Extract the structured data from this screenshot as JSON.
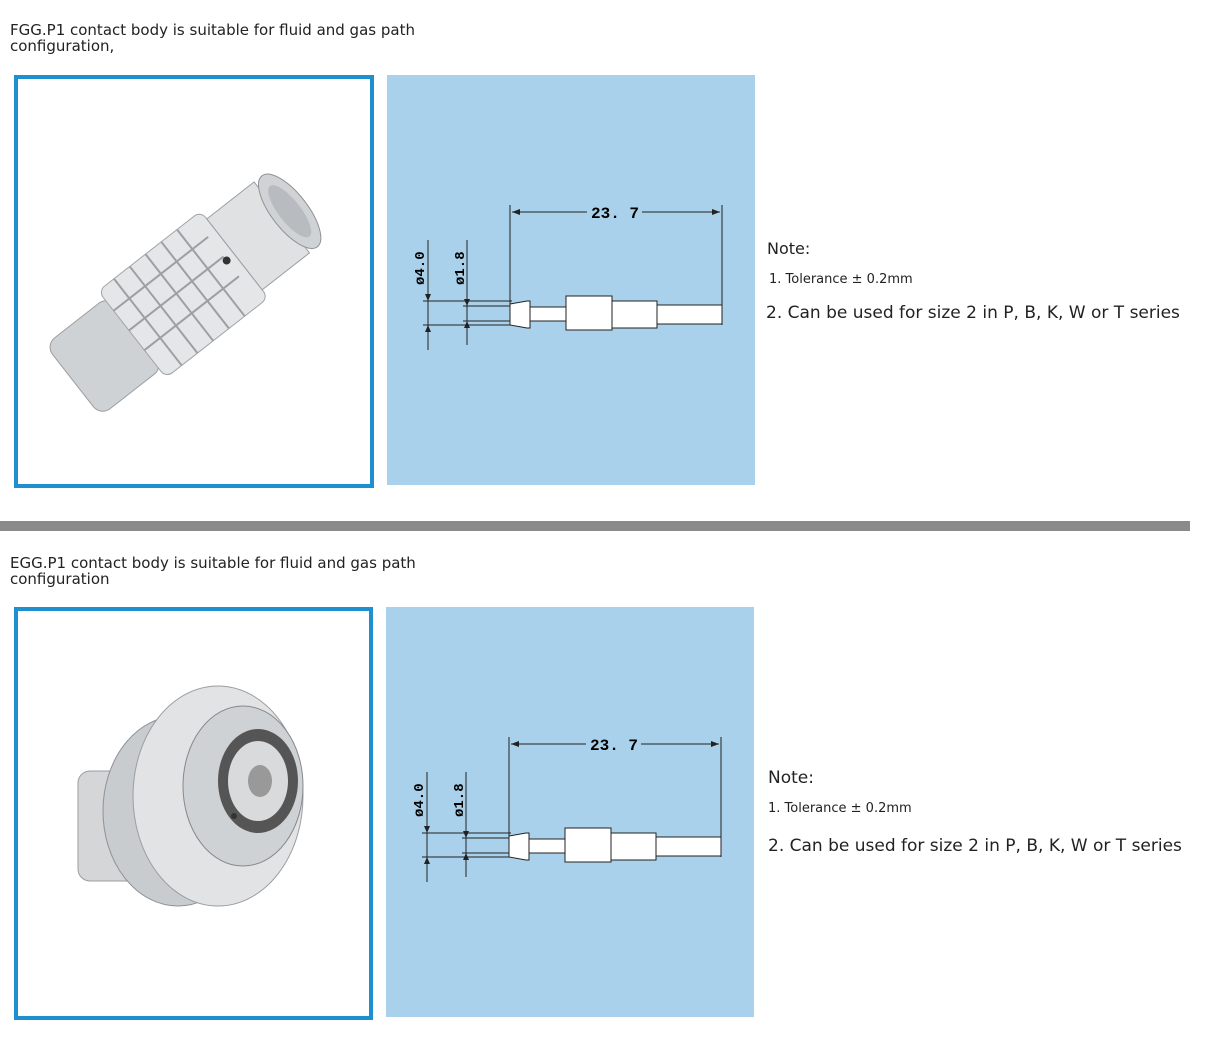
{
  "sections": [
    {
      "title": "FGG.P1 contact body is suitable for fluid and gas path configuration,",
      "diagram": {
        "length": "23. 7",
        "outer_diameter": "ø4.0",
        "inner_diameter": "ø1.8"
      },
      "note": {
        "heading": "Note:",
        "items": [
          "1. Tolerance ± 0.2mm",
          "2. Can be used for size 2 in P, B, K, W or T series"
        ]
      }
    },
    {
      "title": "EGG.P1 contact body is suitable for fluid and gas path configuration",
      "diagram": {
        "length": "23. 7",
        "outer_diameter": "ø4.0",
        "inner_diameter": "ø1.8"
      },
      "note": {
        "heading": "Note:",
        "items": [
          "1. Tolerance ± 0.2mm",
          "2. Can be used for size 2 in P, B, K, W or T series"
        ]
      }
    }
  ],
  "colors": {
    "frame": "#1e90d0",
    "panel": "#a9d1eb",
    "divider": "#8a8a8a"
  }
}
